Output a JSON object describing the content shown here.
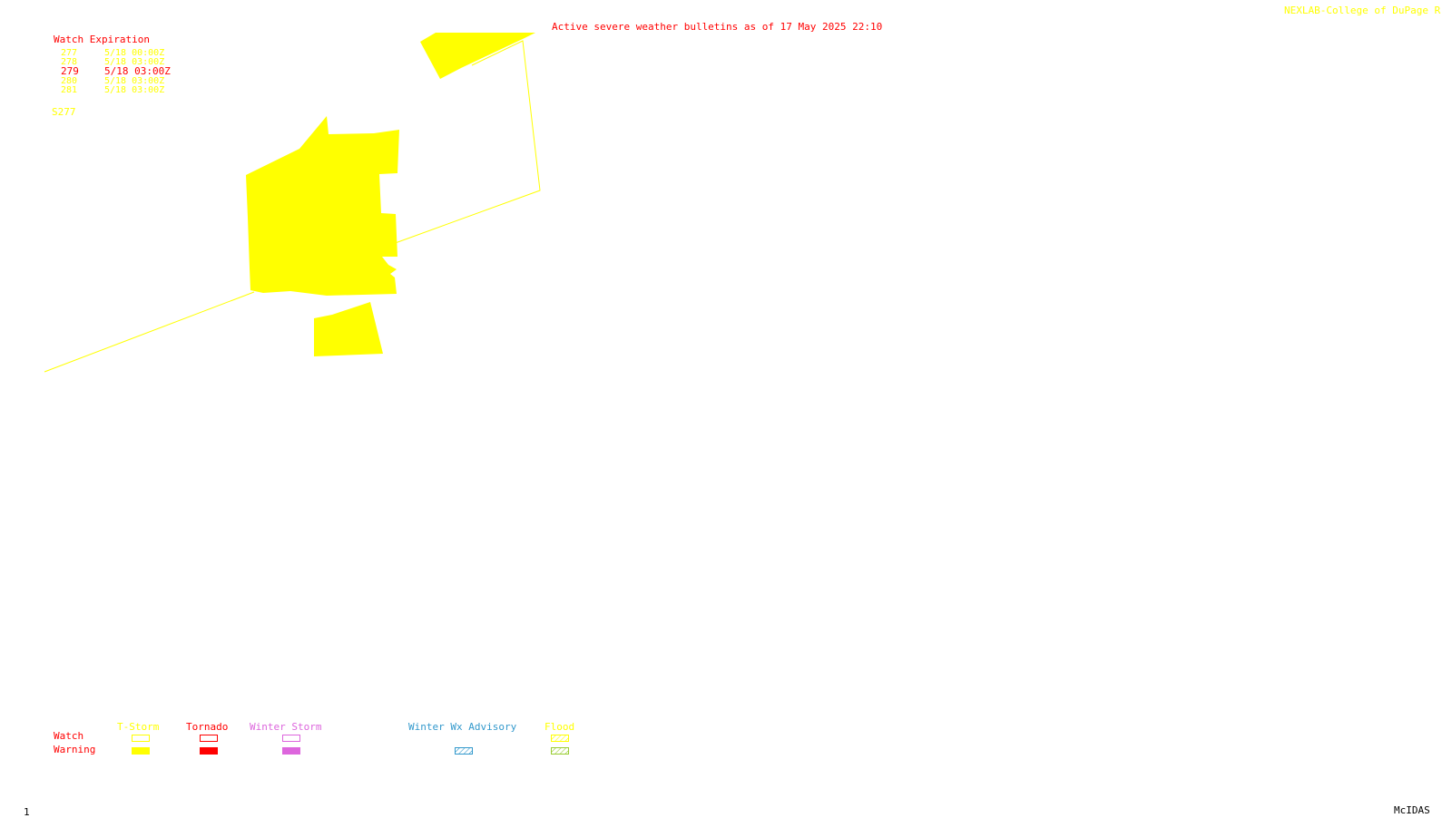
{
  "header": {
    "credit": "NEXLAB-College of DuPage R",
    "bulletin_title": "Active severe weather bulletins as of 17 May 2025 22:10"
  },
  "watch_expiration": {
    "title": "Watch Expiration",
    "rows": [
      {
        "id": "277",
        "time": "5/18 00:00Z",
        "color": "#ffff00"
      },
      {
        "id": "278",
        "time": "5/18 03:00Z",
        "color": "#ffff00"
      },
      {
        "id": "279",
        "time": "5/18 03:00Z",
        "color": "#ff0000"
      },
      {
        "id": "280",
        "time": "5/18 03:00Z",
        "color": "#ffff00"
      },
      {
        "id": "281",
        "time": "5/18 03:00Z",
        "color": "#ffff00"
      }
    ]
  },
  "watch_label": "S277",
  "legend": {
    "row_labels": {
      "watch": "Watch",
      "warning": "Warning"
    },
    "categories": [
      {
        "name": "T-Storm",
        "color": "#ffff00",
        "style": "solid"
      },
      {
        "name": "Tornado",
        "color": "#ff0000",
        "style": "solid"
      },
      {
        "name": "Winter Storm",
        "color": "#dd66dd",
        "style": "solid"
      },
      {
        "name": "Winter Wx Advisory",
        "color": "#3399cc",
        "style": "hatched"
      },
      {
        "name": "Flood",
        "color": "#99cc33",
        "style": "hatched"
      }
    ]
  },
  "footer": {
    "frame_number": "1",
    "software": "McIDAS"
  },
  "colors": {
    "warning_fill": "#ffff00",
    "watch_outline": "#ffff00",
    "title_red": "#ff0000"
  }
}
